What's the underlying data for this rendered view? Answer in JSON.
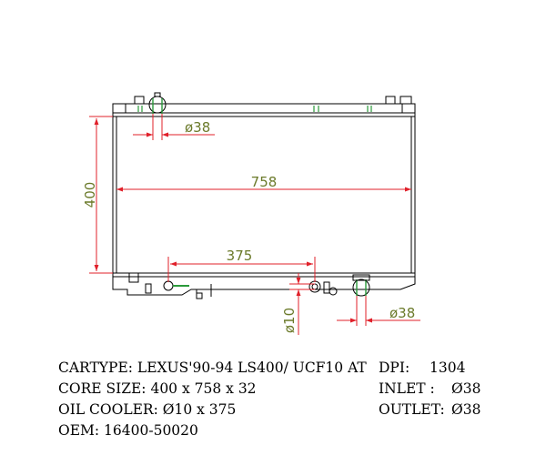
{
  "dimensions": {
    "core_width": "758",
    "core_height": "400",
    "inlet_diameter": "ø38",
    "outlet_diameter": "ø38",
    "oil_cooler_length": "375",
    "oil_cooler_diameter": "ø10"
  },
  "colors": {
    "outline": "#000000",
    "dimension_line": "#e0202a",
    "dimension_text": "#6b7a2a",
    "fitting": "#2a9a3a"
  },
  "specs": {
    "cartype": "CARTYPE: LEXUS'90-94  LS400/ UCF10  AT",
    "core_size": "CORE SIZE: 400 x 758 x 32",
    "oil_cooler": "OIL COOLER: Ø10 x 375",
    "oem": "OEM: 16400-50020",
    "dpi_label": "DPI:",
    "dpi_value": "1304",
    "inlet_label": "INLET :",
    "inlet_value": "Ø38",
    "outlet_label": "OUTLET:",
    "outlet_value": "Ø38"
  }
}
